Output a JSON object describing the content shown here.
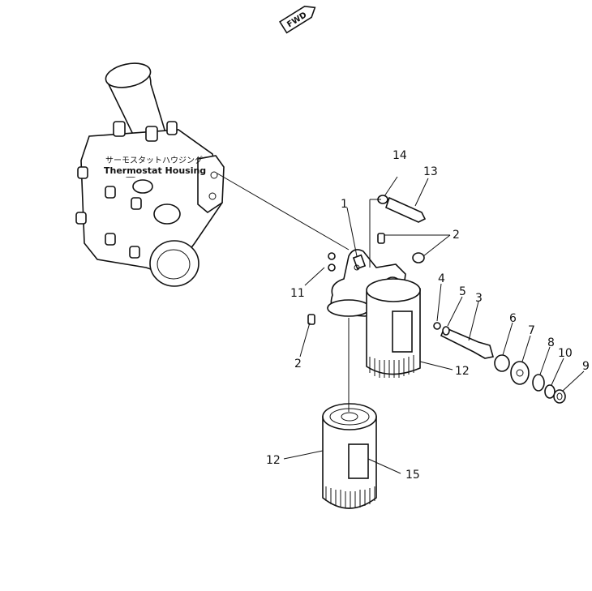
{
  "fwd_label": "FWD",
  "housing_label": {
    "jp": "サーモスタットハウジング",
    "en": "Thermostat Housing"
  },
  "callouts": {
    "c1": "1",
    "c2a": "2",
    "c2b": "2",
    "c3": "3",
    "c4": "4",
    "c5": "5",
    "c6": "6",
    "c7": "7",
    "c8": "8",
    "c9": "9",
    "c10": "10",
    "c11": "11",
    "c12a": "12",
    "c12b": "12",
    "c13": "13",
    "c14": "14",
    "c15": "15"
  }
}
